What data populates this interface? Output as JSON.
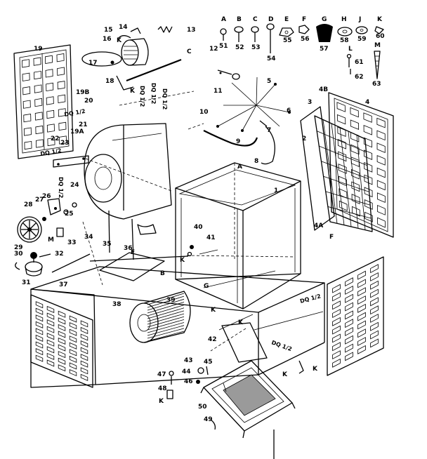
{
  "labels": [
    {
      "key": "a",
      "text": "A"
    },
    {
      "key": "b",
      "text": "B"
    },
    {
      "key": "c",
      "text": "C"
    },
    {
      "key": "d",
      "text": "D"
    },
    {
      "key": "e",
      "text": "E"
    },
    {
      "key": "f",
      "text": "F"
    },
    {
      "key": "g",
      "text": "G"
    },
    {
      "key": "h",
      "text": "H"
    },
    {
      "key": "j",
      "text": "J"
    },
    {
      "key": "k",
      "text": "K"
    },
    {
      "key": "l",
      "text": "L"
    },
    {
      "key": "m",
      "text": "M"
    },
    {
      "key": "n51",
      "text": "51"
    },
    {
      "key": "n52",
      "text": "52"
    },
    {
      "key": "n53",
      "text": "53"
    },
    {
      "key": "n54",
      "text": "54"
    },
    {
      "key": "n55",
      "text": "55"
    },
    {
      "key": "n56",
      "text": "56"
    },
    {
      "key": "n57",
      "text": "57"
    },
    {
      "key": "n58",
      "text": "58"
    },
    {
      "key": "n59",
      "text": "59"
    },
    {
      "key": "n60",
      "text": "60"
    },
    {
      "key": "n61",
      "text": "61"
    },
    {
      "key": "n62",
      "text": "62"
    },
    {
      "key": "n63",
      "text": "63"
    },
    {
      "key": "n13",
      "text": "13"
    },
    {
      "key": "n14",
      "text": "14"
    },
    {
      "key": "n15",
      "text": "15"
    },
    {
      "key": "n16",
      "text": "16"
    },
    {
      "key": "n17",
      "text": "17"
    },
    {
      "key": "n18",
      "text": "18"
    },
    {
      "key": "n19",
      "text": "19"
    },
    {
      "key": "n19b",
      "text": "19B"
    },
    {
      "key": "n20",
      "text": "20"
    },
    {
      "key": "n21",
      "text": "21"
    },
    {
      "key": "n19a",
      "text": "19A"
    },
    {
      "key": "n22",
      "text": "22"
    },
    {
      "key": "n23",
      "text": "23"
    },
    {
      "key": "n24",
      "text": "24"
    },
    {
      "key": "n25",
      "text": "25"
    },
    {
      "key": "n26",
      "text": "26"
    },
    {
      "key": "n27",
      "text": "27"
    },
    {
      "key": "n28",
      "text": "28"
    },
    {
      "key": "n29",
      "text": "29"
    },
    {
      "key": "n30",
      "text": "30"
    },
    {
      "key": "n31",
      "text": "31"
    },
    {
      "key": "n32",
      "text": "32"
    },
    {
      "key": "n33",
      "text": "33"
    },
    {
      "key": "n34",
      "text": "34"
    },
    {
      "key": "n35",
      "text": "35"
    },
    {
      "key": "n36",
      "text": "36"
    },
    {
      "key": "n37",
      "text": "37"
    },
    {
      "key": "n38",
      "text": "38"
    },
    {
      "key": "n39",
      "text": "39"
    },
    {
      "key": "n40",
      "text": "40"
    },
    {
      "key": "n41",
      "text": "41"
    },
    {
      "key": "n42",
      "text": "42"
    },
    {
      "key": "n43",
      "text": "43"
    },
    {
      "key": "n44",
      "text": "44"
    },
    {
      "key": "n45",
      "text": "45"
    },
    {
      "key": "n46",
      "text": "46"
    },
    {
      "key": "n47",
      "text": "47"
    },
    {
      "key": "n48",
      "text": "48"
    },
    {
      "key": "n49",
      "text": "49"
    },
    {
      "key": "n50",
      "text": "50"
    },
    {
      "key": "n1",
      "text": "1"
    },
    {
      "key": "n2",
      "text": "2"
    },
    {
      "key": "n3",
      "text": "3"
    },
    {
      "key": "n4",
      "text": "4"
    },
    {
      "key": "n4a",
      "text": "4A"
    },
    {
      "key": "n4b",
      "text": "4B"
    },
    {
      "key": "n5",
      "text": "5"
    },
    {
      "key": "n6",
      "text": "6"
    },
    {
      "key": "n7",
      "text": "7"
    },
    {
      "key": "n8",
      "text": "8"
    },
    {
      "key": "n9",
      "text": "9"
    },
    {
      "key": "n10",
      "text": "10"
    },
    {
      "key": "n11",
      "text": "11"
    },
    {
      "key": "n12",
      "text": "12"
    },
    {
      "key": "lc",
      "text": "C"
    },
    {
      "key": "lk1",
      "text": "K"
    },
    {
      "key": "lk2",
      "text": "K"
    },
    {
      "key": "lk3",
      "text": "K"
    },
    {
      "key": "lk4",
      "text": "K"
    },
    {
      "key": "lk5",
      "text": "K"
    },
    {
      "key": "lk6",
      "text": "K"
    },
    {
      "key": "lk7",
      "text": "K"
    },
    {
      "key": "lk8",
      "text": "K"
    },
    {
      "key": "la",
      "text": "A"
    },
    {
      "key": "lb",
      "text": "B"
    },
    {
      "key": "lf",
      "text": "F"
    },
    {
      "key": "lf2",
      "text": "F"
    },
    {
      "key": "lg",
      "text": "G"
    },
    {
      "key": "lm",
      "text": "M"
    }
  ],
  "rotated_text": [
    {
      "key": "dq1",
      "text": "DQ 1/2"
    },
    {
      "key": "dq2",
      "text": "DQ 1/2"
    },
    {
      "key": "dq3",
      "text": "DQ 1/2"
    },
    {
      "key": "dq4",
      "text": "DQ 1/2"
    },
    {
      "key": "dq5",
      "text": "DQ 1/2"
    },
    {
      "key": "dq6",
      "text": "DQ 1/2"
    },
    {
      "key": "dq7",
      "text": "DQ 1/2"
    },
    {
      "key": "dq8",
      "text": "DQ 1/2"
    }
  ]
}
